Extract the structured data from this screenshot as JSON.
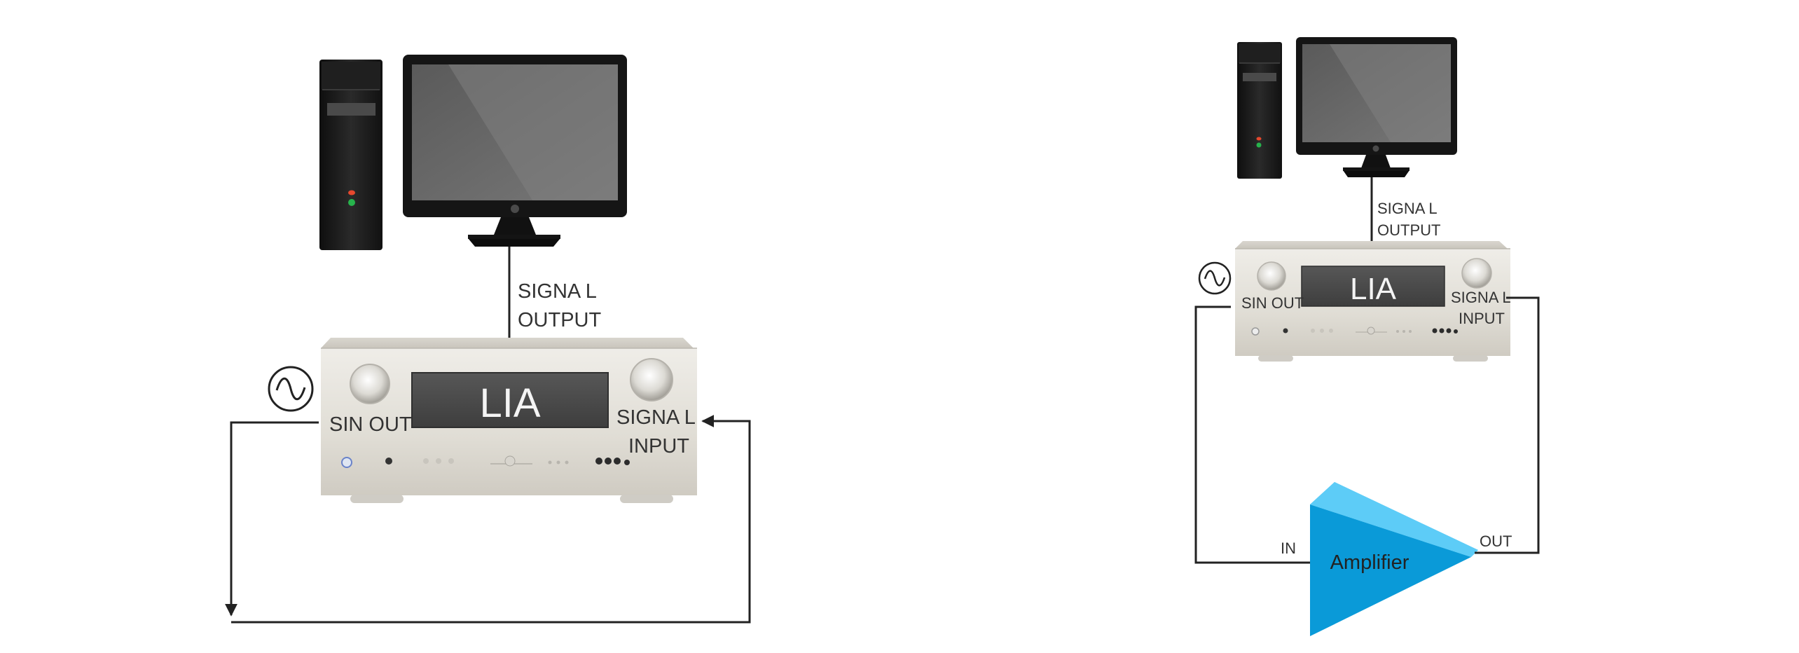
{
  "left": {
    "lia_label": "LIA",
    "sin_out_label": "SIN OUT",
    "signal_input_label": [
      "SIGNA L",
      "INPUT"
    ],
    "signal_output_label": [
      "SIGNA L",
      "OUTPUT"
    ]
  },
  "right": {
    "lia_label": "LIA",
    "sin_out_label": "SIN OUT",
    "signal_input_label": [
      "SIGNA L",
      "INPUT"
    ],
    "signal_output_label": [
      "SIGNA L",
      "OUTPUT"
    ],
    "amplifier_label": "Amplifier",
    "amp_in_label": "IN",
    "amp_out_label": "OUT"
  },
  "colors": {
    "wire": "#222222",
    "amp_front": "#0a9ad8",
    "amp_top": "#55c8f5",
    "device_body": "#e4e1da",
    "display": "#4b4b4b",
    "monitor_screen": "#6e6e6e",
    "tower": "#1b1b1b",
    "led_red": "#e6482e",
    "led_green": "#27b34c"
  },
  "icons": [
    "sine-source-icon",
    "computer-tower-icon",
    "monitor-icon"
  ]
}
